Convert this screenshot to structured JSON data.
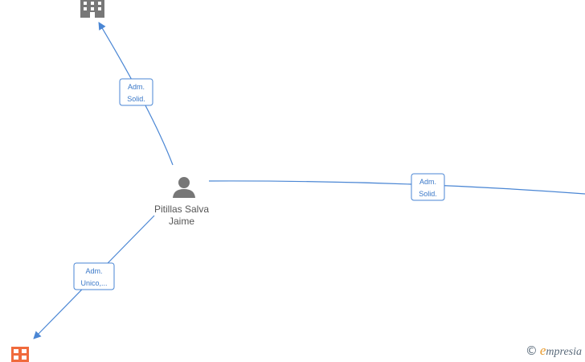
{
  "nodes": {
    "person": {
      "name_line1": "Pitillas Salva",
      "name_line2": "Jaime",
      "icon": "person-icon"
    },
    "company_top": {
      "icon": "building-icon",
      "color": "#777777"
    },
    "company_bottom": {
      "icon": "building-icon",
      "color": "#f06a3c"
    }
  },
  "edges": {
    "to_top": {
      "line1": "Adm.",
      "line2": "Solid."
    },
    "to_right": {
      "line1": "Adm.",
      "line2": "Solid."
    },
    "to_bottom": {
      "line1": "Adm.",
      "line2": "Unico,..."
    }
  },
  "brand": {
    "copyright": "©",
    "initial": "e",
    "rest": "mpresia"
  },
  "colors": {
    "edge": "#4a86d4",
    "label_text": "#3a78c8"
  }
}
